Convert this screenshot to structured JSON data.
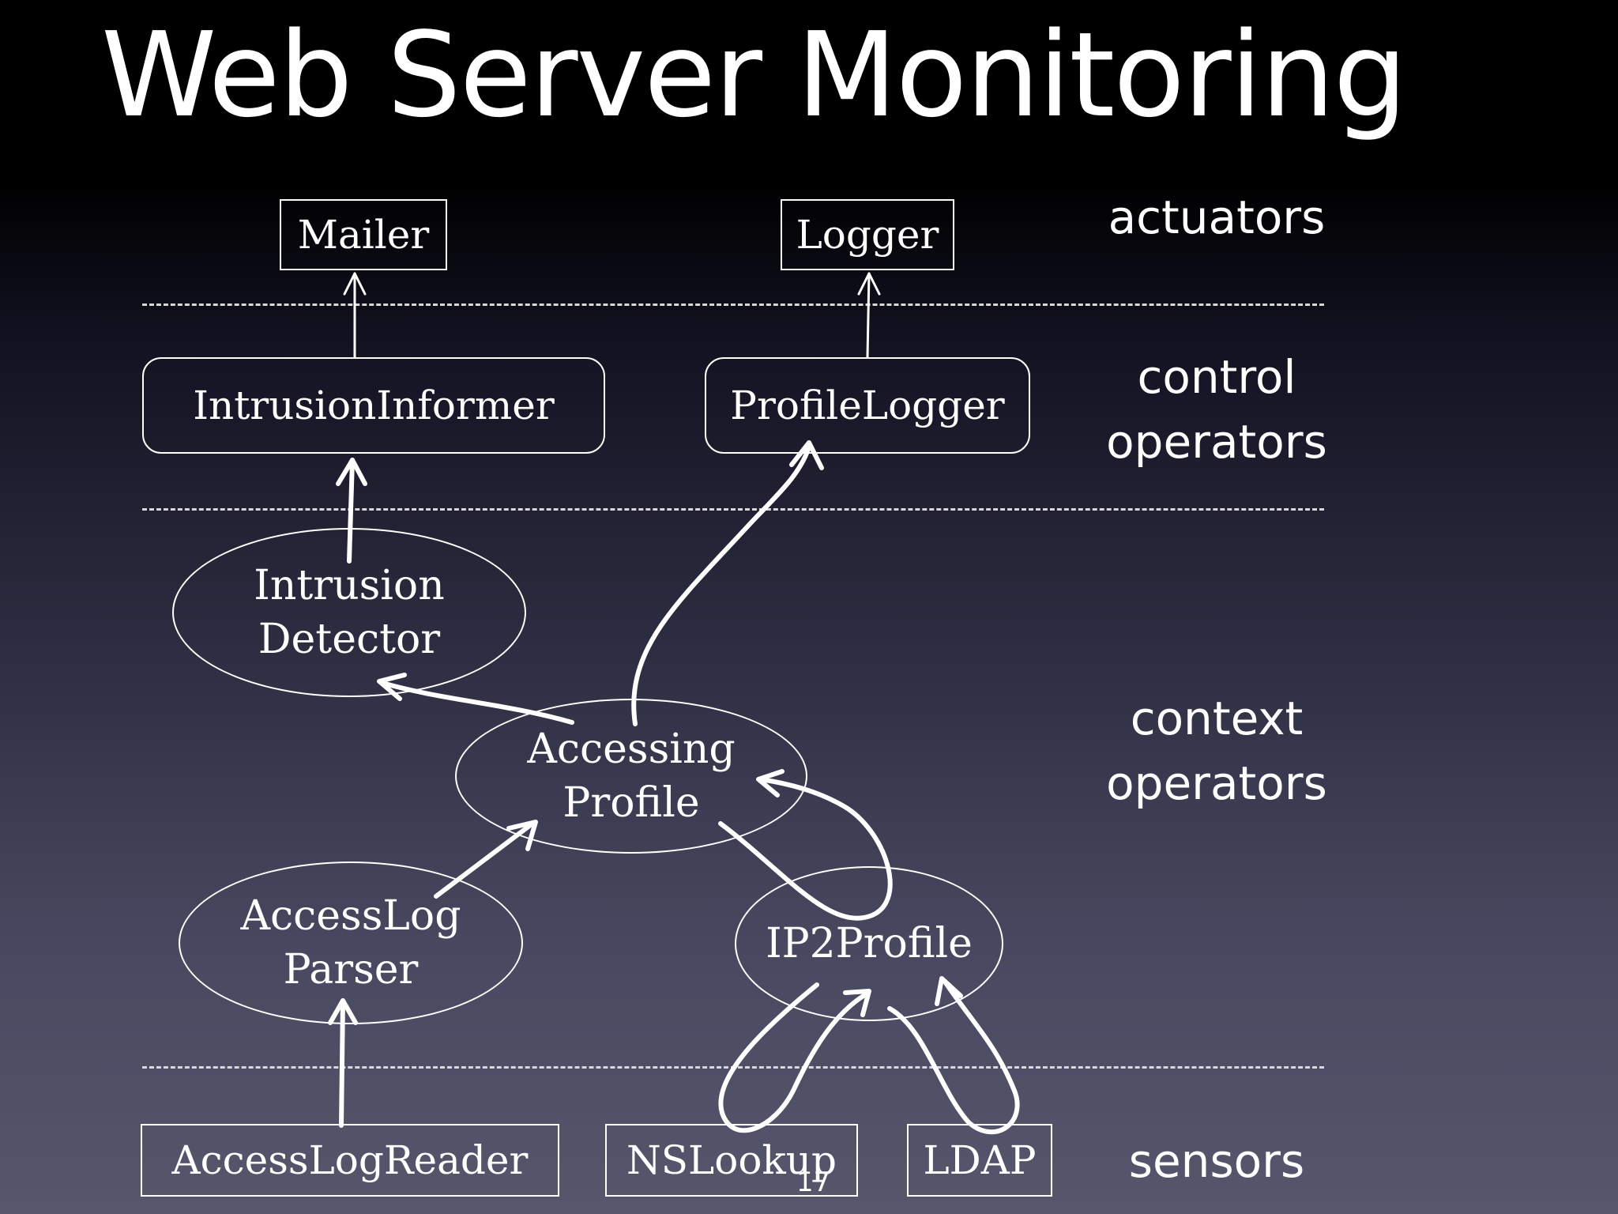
{
  "title": "Web Server Monitoring",
  "layers": {
    "actuators": "actuators",
    "control_1": "control",
    "control_2": "operators",
    "context_1": "context",
    "context_2": "operators",
    "sensors": "sensors"
  },
  "nodes": {
    "mailer": "Mailer",
    "logger": "Logger",
    "intrusion_informer": "IntrusionInformer",
    "profile_logger": "ProfileLogger",
    "intrusion_detector_1": "Intrusion",
    "intrusion_detector_2": "Detector",
    "accessing_profile_1": "Accessing",
    "accessing_profile_2": "Profile",
    "access_log_parser_1": "AccessLog",
    "access_log_parser_2": "Parser",
    "ip2profile": "IP2Profile",
    "access_log_reader": "AccessLogReader",
    "ns_lookup": "NSLookup",
    "ldap": "LDAP"
  },
  "page_number": "17",
  "colors": {
    "foreground": "#ffffff",
    "background_top": "#000000",
    "background_bottom": "#56566c"
  }
}
